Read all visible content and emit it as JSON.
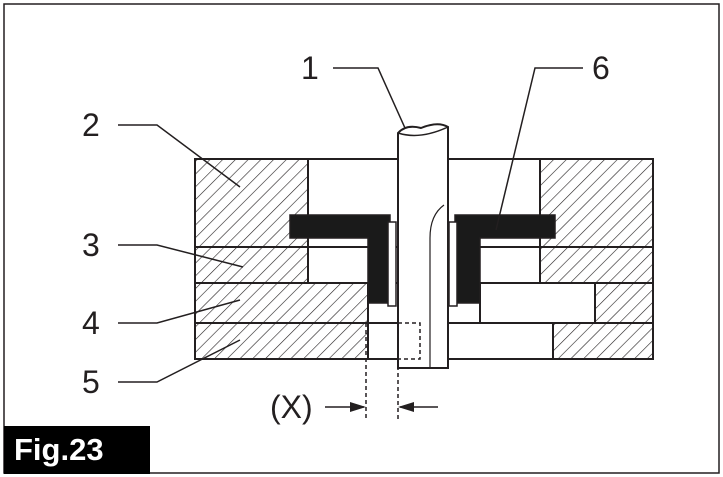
{
  "figure": {
    "caption": "Fig.23"
  },
  "callouts": [
    {
      "number": "1"
    },
    {
      "number": "2"
    },
    {
      "number": "3"
    },
    {
      "number": "4"
    },
    {
      "number": "5"
    },
    {
      "number": "6"
    }
  ],
  "dimension": {
    "label": "(X)"
  },
  "colors": {
    "line": "#231f20",
    "background": "#ffffff",
    "badge": "#000000"
  }
}
